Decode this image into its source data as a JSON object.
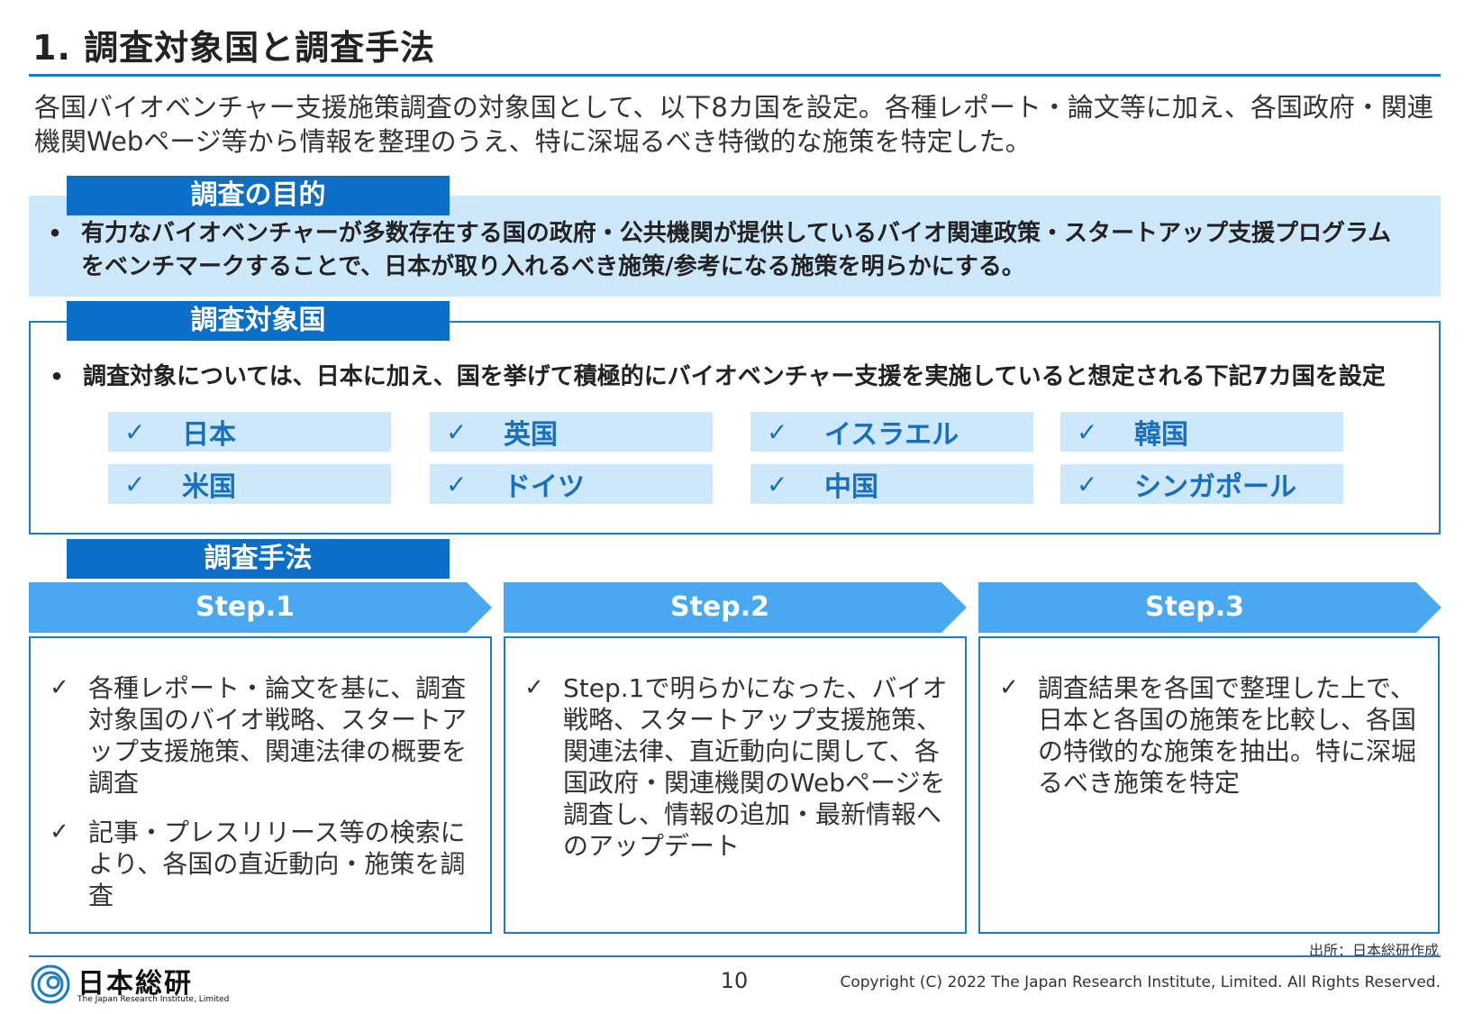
{
  "title": "1. 調査対象国と調査手法",
  "intro": "各国バイオベンチャー支援施策調査の対象国として、以下8カ国を設定。各種レポート・論文等に加え、各国政府・関連機関Webページ等から情報を整理のうえ、特に深堀るべき特徴的な施策を特定した。",
  "purpose": {
    "heading": "調査の目的",
    "bullet": "•",
    "text": "有力なバイオベンチャーが多数存在する国の政府・公共機関が提供しているバイオ関連政策・スタートアップ支援プログラムをベンチマークすることで、日本が取り入れるべき施策/参考になる施策を明らかにする。"
  },
  "countries": {
    "heading": "調査対象国",
    "bullet": "•",
    "text": "調査対象については、日本に加え、国を挙げて積極的にバイオベンチャー支援を実施していると想定される下記7カ国を設定",
    "check": "✓",
    "items": [
      "日本",
      "英国",
      "イスラエル",
      "韓国",
      "米国",
      "ドイツ",
      "中国",
      "シンガポール"
    ]
  },
  "method": {
    "heading": "調査手法",
    "check": "✓",
    "steps": [
      {
        "label": "Step.1",
        "items": [
          "各種レポート・論文を基に、調査対象国のバイオ戦略、スタートアップ支援施策、関連法律の概要を調査",
          "記事・プレスリリース等の検索により、各国の直近動向・施策を調査"
        ]
      },
      {
        "label": "Step.2",
        "items": [
          "Step.1で明らかになった、バイオ戦略、スタートアップ支援施策、関連法律、直近動向に関して、各国政府・関連機関のWebページを調査し、情報の追加・最新情報へのアップデート"
        ]
      },
      {
        "label": "Step.3",
        "items": [
          "調査結果を各国で整理した上で、日本と各国の施策を比較し、各国の特徴的な施策を抽出。特に深堀るべき施策を特定"
        ]
      }
    ]
  },
  "footer": {
    "source": "出所：日本総研作成",
    "logo_main": "日本総研",
    "logo_sub": "The Japan Research Institute, Limited",
    "page_number": "10",
    "copyright": "Copyright (C) 2022 The Japan Research Institute, Limited. All Rights Reserved."
  },
  "colors": {
    "accent": "#1f7bc4",
    "tab": "#0b6fc8",
    "light_fill": "#cde8fb",
    "arrow": "#4aa8f0"
  }
}
